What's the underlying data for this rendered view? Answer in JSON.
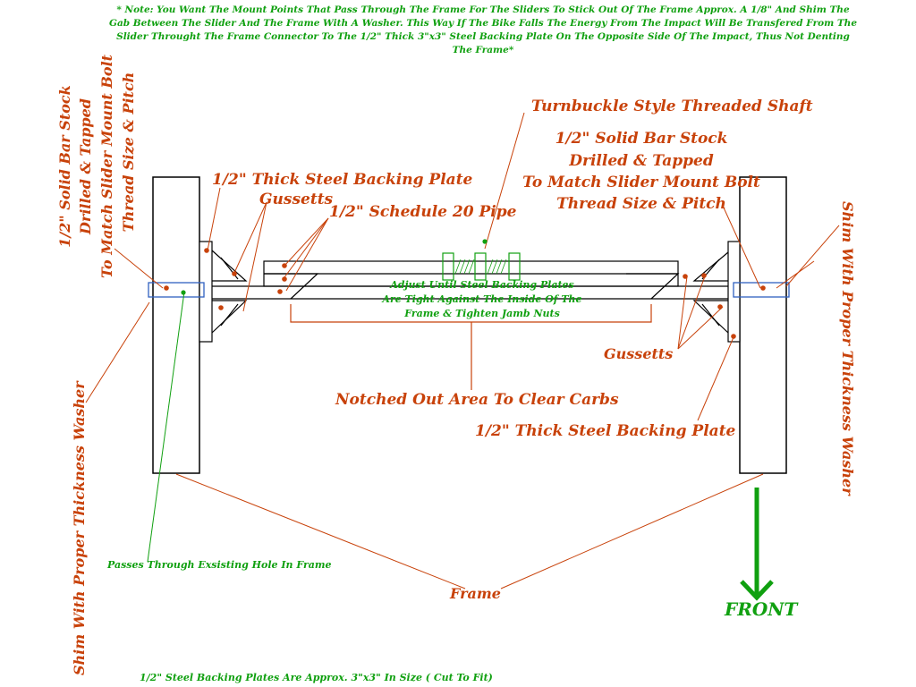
{
  "note": "* Note: You Want The Mount Points That Pass Through The Frame For The Sliders To Stick Out Of The Frame Approx. A 1/8\" And Shim The Gab Between The Slider And The Frame With A Washer. This Way If The Bike Falls The Energy From The Impact Will Be Transfered From The Slider Throught The Frame Connector To The 1/2\" Thick 3\"x3\" Steel Backing Plate On The Opposite Side Of The Impact, Thus Not Denting The Frame*",
  "labels": {
    "left_bar_stock": [
      "1/2\" Solid Bar Stock",
      "Drilled & Tapped",
      "To Match Slider Mount Bolt",
      "Thread Size & Pitch"
    ],
    "right_bar_stock": [
      "1/2\" Solid Bar Stock",
      "Drilled & Tapped",
      "To Match Slider Mount Bolt",
      "Thread Size & Pitch"
    ],
    "turnbuckle": "Turnbuckle Style Threaded Shaft",
    "backing_plate_top": "1/2\" Thick Steel Backing Plate",
    "gussetts_top": "Gussetts",
    "schedule_pipe": "1/2\" Schedule 20 Pipe",
    "adjust": [
      "Adjust Until Steel Backing Plates",
      "Are Tight Against The Inside Of The",
      "Frame & Tighten Jamb Nuts"
    ],
    "gussetts_right": "Gussetts",
    "notched": "Notched Out Area To Clear Carbs",
    "backing_plate_bottom": "1/2\" Thick Steel Backing Plate",
    "shim_left": "Shim With Proper Thickness Washer",
    "shim_right": "Shim With Proper Thickness Washer",
    "passes_through": "Passes Through Exsisting Hole In Frame",
    "frame": "Frame",
    "front": "FRONT",
    "plates_size": "1/2\" Steel Backing Plates Are Approx. 3\"x3\" In Size ( Cut To Fit)"
  },
  "colors": {
    "annotation": "#c8420a",
    "green": "#10a010",
    "outline": "#000000",
    "washer": "#3060c0"
  }
}
